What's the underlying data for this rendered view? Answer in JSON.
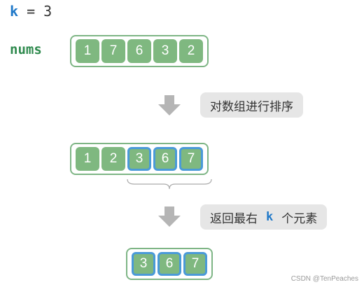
{
  "k_line": {
    "var": "k",
    "eq": " = ",
    "value": "3"
  },
  "nums_label": "nums",
  "arrays": {
    "original": [
      "1",
      "7",
      "6",
      "3",
      "2"
    ],
    "sorted": [
      "1",
      "2",
      "3",
      "6",
      "7"
    ],
    "result": [
      "3",
      "6",
      "7"
    ]
  },
  "highlight_count": 3,
  "steps": {
    "sort": "对数组进行排序",
    "return_prefix": "返回最右",
    "return_k": "k",
    "return_suffix": "个元素"
  },
  "colors": {
    "cell_green": "#7fb880",
    "border_green": "#7eb585",
    "highlight_blue": "#4a9ad8",
    "k_blue": "#1f78c8",
    "label_green": "#2f8a4e",
    "arrow_gray": "#b5b5b5",
    "step_bg": "#e6e6e6"
  },
  "icons": {
    "arrow": "down-arrow-icon",
    "brace": "curly-brace-icon"
  },
  "watermark": "CSDN @TenPeaches"
}
